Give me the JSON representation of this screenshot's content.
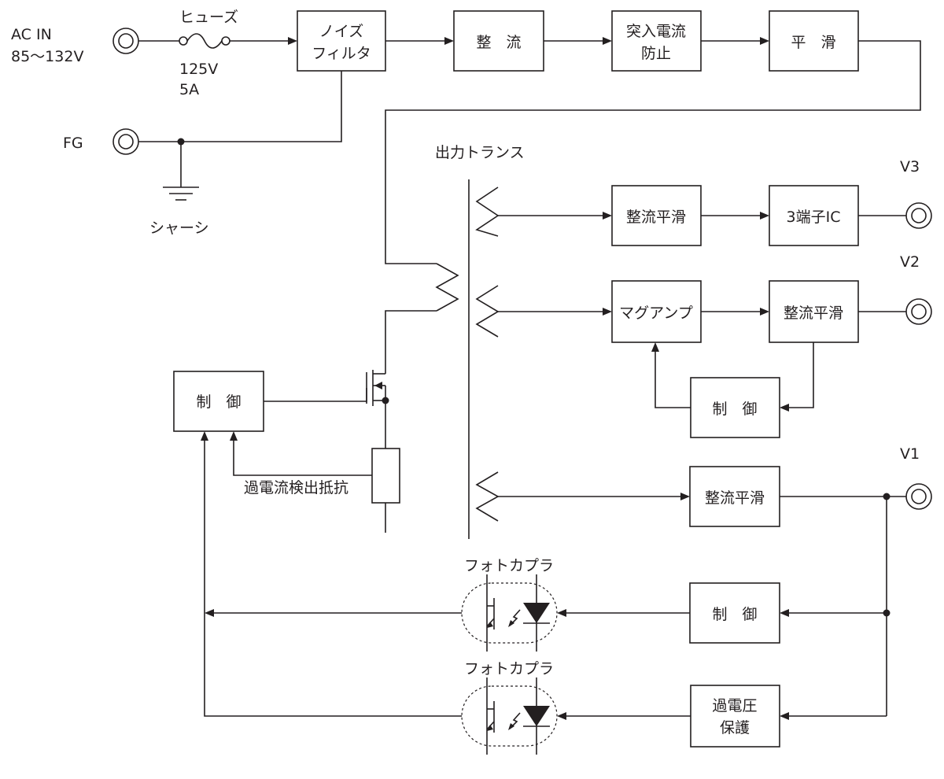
{
  "inputs": {
    "ac_in_label": "AC IN",
    "ac_in_range": "85〜132V",
    "fg_label": "FG",
    "chassis_label": "シャーシ"
  },
  "fuse": {
    "label": "ヒューズ",
    "voltage": "125V",
    "current": "5A"
  },
  "primary_blocks": {
    "noise_filter_line1": "ノイズ",
    "noise_filter_line2": "フィルタ",
    "rectifier": "整　流",
    "inrush_line1": "突入電流",
    "inrush_line2": "防止",
    "smoothing": "平　滑"
  },
  "transformer_label": "出力トランス",
  "outputs": {
    "v3": "V3",
    "v2": "V2",
    "v1": "V1"
  },
  "secondary_blocks": {
    "v3_rect_smooth": "整流平滑",
    "v3_regulator": "3端子IC",
    "v2_mag_amp": "マグアンプ",
    "v2_rect_smooth": "整流平滑",
    "v2_control": "制　御",
    "v1_rect_smooth": "整流平滑",
    "v1_control": "制　御",
    "ovp_line1": "過電圧",
    "ovp_line2": "保護"
  },
  "primary_control": {
    "control": "制　御",
    "current_sense": "過電流検出抵抗"
  },
  "photocouplers": {
    "upper": "フォトカプラ",
    "lower": "フォトカプラ"
  }
}
